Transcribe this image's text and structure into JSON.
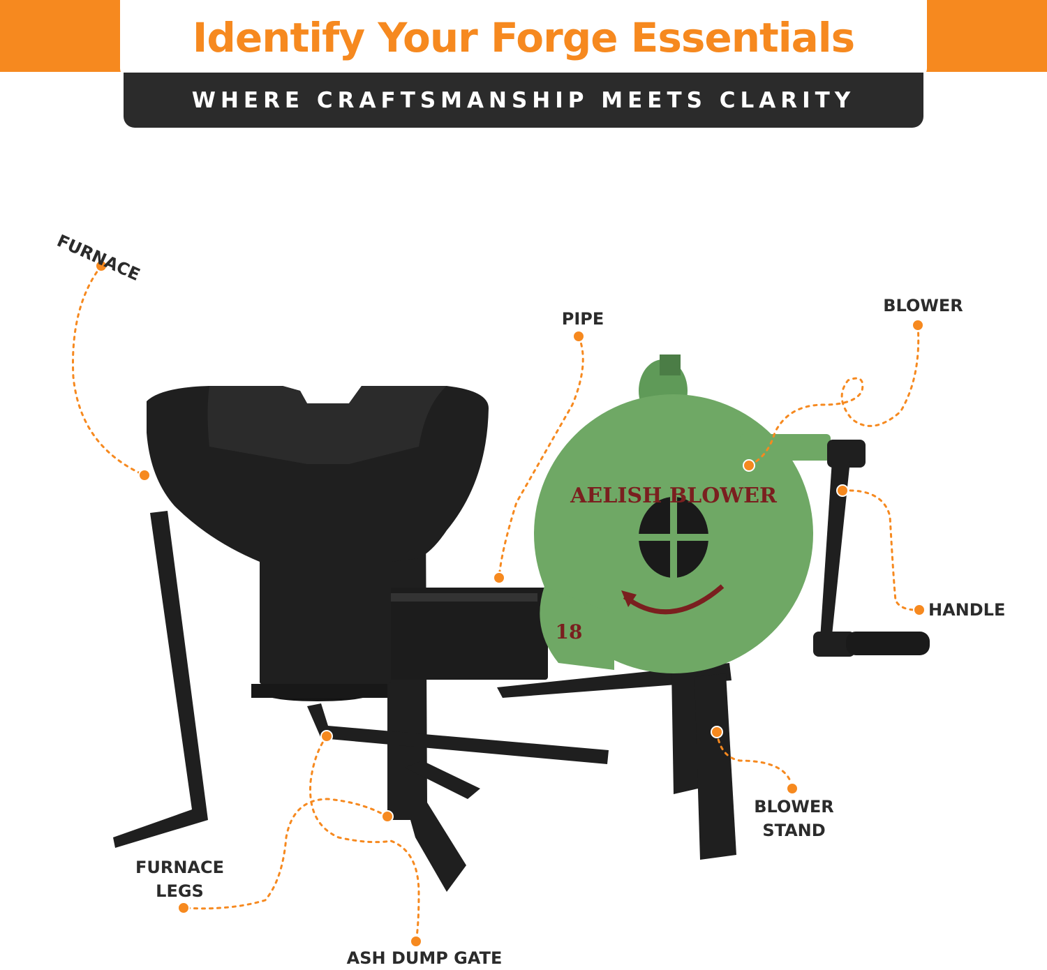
{
  "header": {
    "title": "Identify Your Forge Essentials",
    "subtitle": "WHERE CRAFTSMANSHIP MEETS CLARITY"
  },
  "colors": {
    "accent": "#f6891f",
    "dark": "#2b2b2b",
    "blower_green": "#6fa865",
    "casting_black": "#1f1f1f"
  },
  "product": {
    "blower_casting_text": "AELISH BLOWER",
    "blower_number": "18"
  },
  "labels": {
    "furnace": "FURNACE",
    "pipe": "PIPE",
    "blower": "BLOWER",
    "handle": "HANDLE",
    "blower_stand_line1": "BLOWER",
    "blower_stand_line2": "STAND",
    "furnace_legs_line1": "FURNACE",
    "furnace_legs_line2": "LEGS",
    "ash_dump_gate": "ASH DUMP GATE"
  }
}
